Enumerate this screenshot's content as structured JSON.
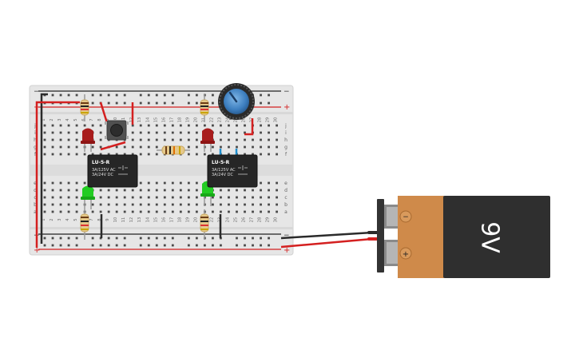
{
  "canvas": {
    "background": "#ffffff"
  },
  "breadboard": {
    "color": "#e8e8e8",
    "rail_minus_symbol": "−",
    "rail_plus_symbol": "+",
    "column_numbers": [
      "1",
      "2",
      "3",
      "4",
      "5",
      "6",
      "7",
      "8",
      "9",
      "10",
      "11",
      "12",
      "13",
      "14",
      "15",
      "16",
      "17",
      "18",
      "19",
      "20",
      "21",
      "22",
      "23",
      "24",
      "25",
      "26",
      "27",
      "28",
      "29",
      "30"
    ],
    "row_letters_top": [
      "j",
      "i",
      "h",
      "g",
      "f"
    ],
    "row_letters_bottom": [
      "e",
      "d",
      "c",
      "b",
      "a"
    ]
  },
  "relays": [
    {
      "model": "LU-5-R",
      "spec_line1": "3A/125V AC",
      "spec_line2": "3A/24V  DC"
    },
    {
      "model": "LU-5-R",
      "spec_line1": "3A/125V AC",
      "spec_line2": "3A/24V  DC"
    }
  ],
  "battery": {
    "label": "9V",
    "negative_symbol": "−",
    "positive_symbol": "+",
    "label_color": "#ffffff",
    "body_color": "#2f2f2f",
    "wrap_color": "#cf8a4a"
  },
  "wires": {
    "positive_color": "#d42020",
    "negative_color": "#2b2b2b",
    "signal_color": "#1f8fcf"
  },
  "components": {
    "leds_red": 2,
    "leds_green": 2,
    "resistors": 5,
    "pushbutton_icon": "pushbutton-icon",
    "potentiometer_icon": "potentiometer-knob-icon"
  }
}
